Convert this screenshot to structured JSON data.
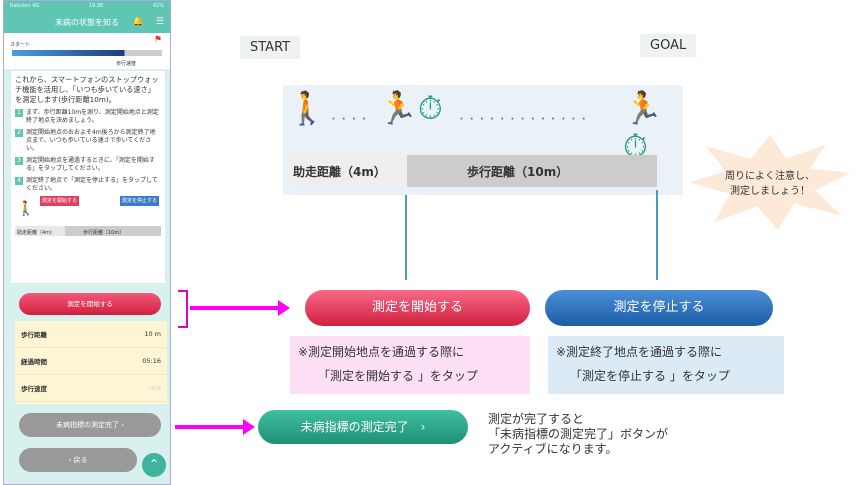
{
  "phone": {
    "status": {
      "carrier": "Rakuten 4G",
      "time": "19:38",
      "battery": "42%"
    },
    "title": "未病の状態を知る",
    "progress_start": "スタート",
    "progress_current": "歩行速度",
    "intro": "これから、スマートフォンのストップウォッチ機能を活用し、「いつも歩いている速さ」を測定します(歩行距離10m)。",
    "steps": [
      {
        "n": "1",
        "text": "まず、歩行距離10mを測り、測定開始地点と測定終了地点を決めましょう。"
      },
      {
        "n": "2",
        "text": "測定開始地点のおおよそ4m後ろから測定終了地点まで、いつも歩いている速さで歩いてください。"
      },
      {
        "n": "3",
        "text": "測定開始地点を通過するときに、「測定を開始する」をタップしてください。"
      },
      {
        "n": "4",
        "text": "測定終了地点で「測定を停止する」をタップしてください。"
      }
    ],
    "mini_start_tag": "測定を開始する",
    "mini_stop_tag": "測定を停止する",
    "mini_run": "助走距離（4m）",
    "mini_walk": "歩行距離（10m）",
    "start_button": "測定を開始する",
    "rows": [
      {
        "label": "歩行距離",
        "value": "10 m"
      },
      {
        "label": "経過時間",
        "value": "05:16"
      },
      {
        "label": "歩行速度",
        "value": "m/s"
      }
    ],
    "complete_button": "未病指標の測定完了",
    "back_button": "戻る"
  },
  "diagram": {
    "start": "START",
    "goal": "GOAL",
    "run": "助走距離（4m）",
    "walk": "歩行距離（10m）",
    "caution": "周りによく注意し、測定しましょう！",
    "start_button": "測定を開始する",
    "stop_button": "測定を停止する",
    "start_note1": "※測定開始地点を通過する際に",
    "start_note2": "「測定を開始する 」をタップ",
    "stop_note1": "※測定終了地点を通過する際に",
    "stop_note2": "「測定を停止する 」をタップ",
    "complete_button": "未病指標の測定完了",
    "complete_note1": "測定が完了すると",
    "complete_note2": "「未病指標の測定完了」ボタンが",
    "complete_note3": "アクティブになります。"
  }
}
